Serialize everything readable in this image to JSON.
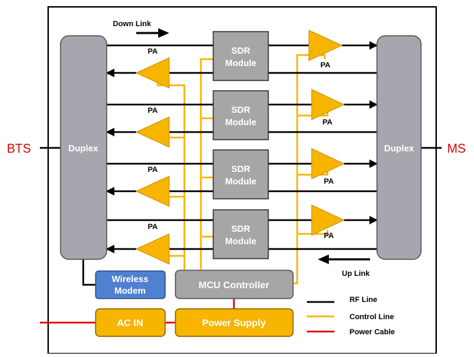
{
  "labels": {
    "bts": "BTS",
    "ms": "MS",
    "duplex_left": "Duplex",
    "duplex_right": "Duplex",
    "down_link": "Down Link",
    "up_link": "Up Link",
    "pa": "PA",
    "sdr_line1": "SDR",
    "sdr_line2": "Module",
    "wireless_modem_line1": "Wireless",
    "wireless_modem_line2": "Modem",
    "mcu_controller": "MCU Controller",
    "ac_in": "AC IN",
    "power_supply": "Power Supply"
  },
  "legend": [
    {
      "label": "RF Line",
      "color": "#000000"
    },
    {
      "label": "Control Line",
      "color": "#F7B500"
    },
    {
      "label": "Power Cable",
      "color": "#E00000"
    }
  ],
  "colors": {
    "bts_ms_text": "#E00000",
    "duplex_fill": "#A6A6AE",
    "sdr_fill": "#A6A6A6",
    "pa_fill": "#F7B500",
    "control_line": "#F7B500",
    "power_line": "#E00000",
    "modem_fill": "#4F81D0",
    "mcu_fill": "#A6A6A6",
    "power_box_fill": "#F7B500"
  }
}
